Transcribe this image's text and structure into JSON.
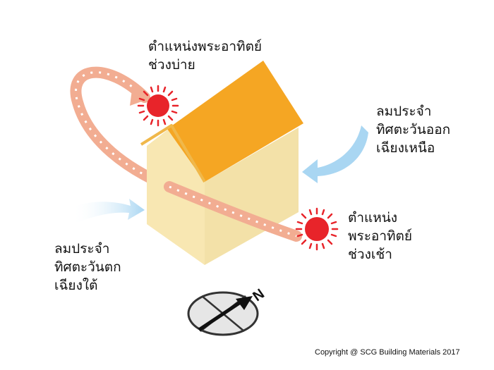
{
  "labels": {
    "afternoon_sun": [
      "ตำแหน่งพระอาทิตย์",
      "ช่วงบ่าย"
    ],
    "northeast_wind": [
      "ลมประจำ",
      "ทิศตะวันออก",
      "เฉียงเหนือ"
    ],
    "southwest_wind": [
      "ลมประจำ",
      "ทิศตะวันตก",
      "เฉียงใต้"
    ],
    "morning_sun": [
      "ตำแหน่ง",
      "พระอาทิตย์",
      "ช่วงเช้า"
    ]
  },
  "compass": {
    "north_letter": "N"
  },
  "copyright": "Copyright  @ SCG Building Materials 2017",
  "colors": {
    "sun": "#e8242a",
    "sun_path": "#f2ad92",
    "wind": "#a9d6f2",
    "roof": "#f5a623",
    "wall_front": "#f8e7b2",
    "wall_side": "#f3e1a8"
  }
}
